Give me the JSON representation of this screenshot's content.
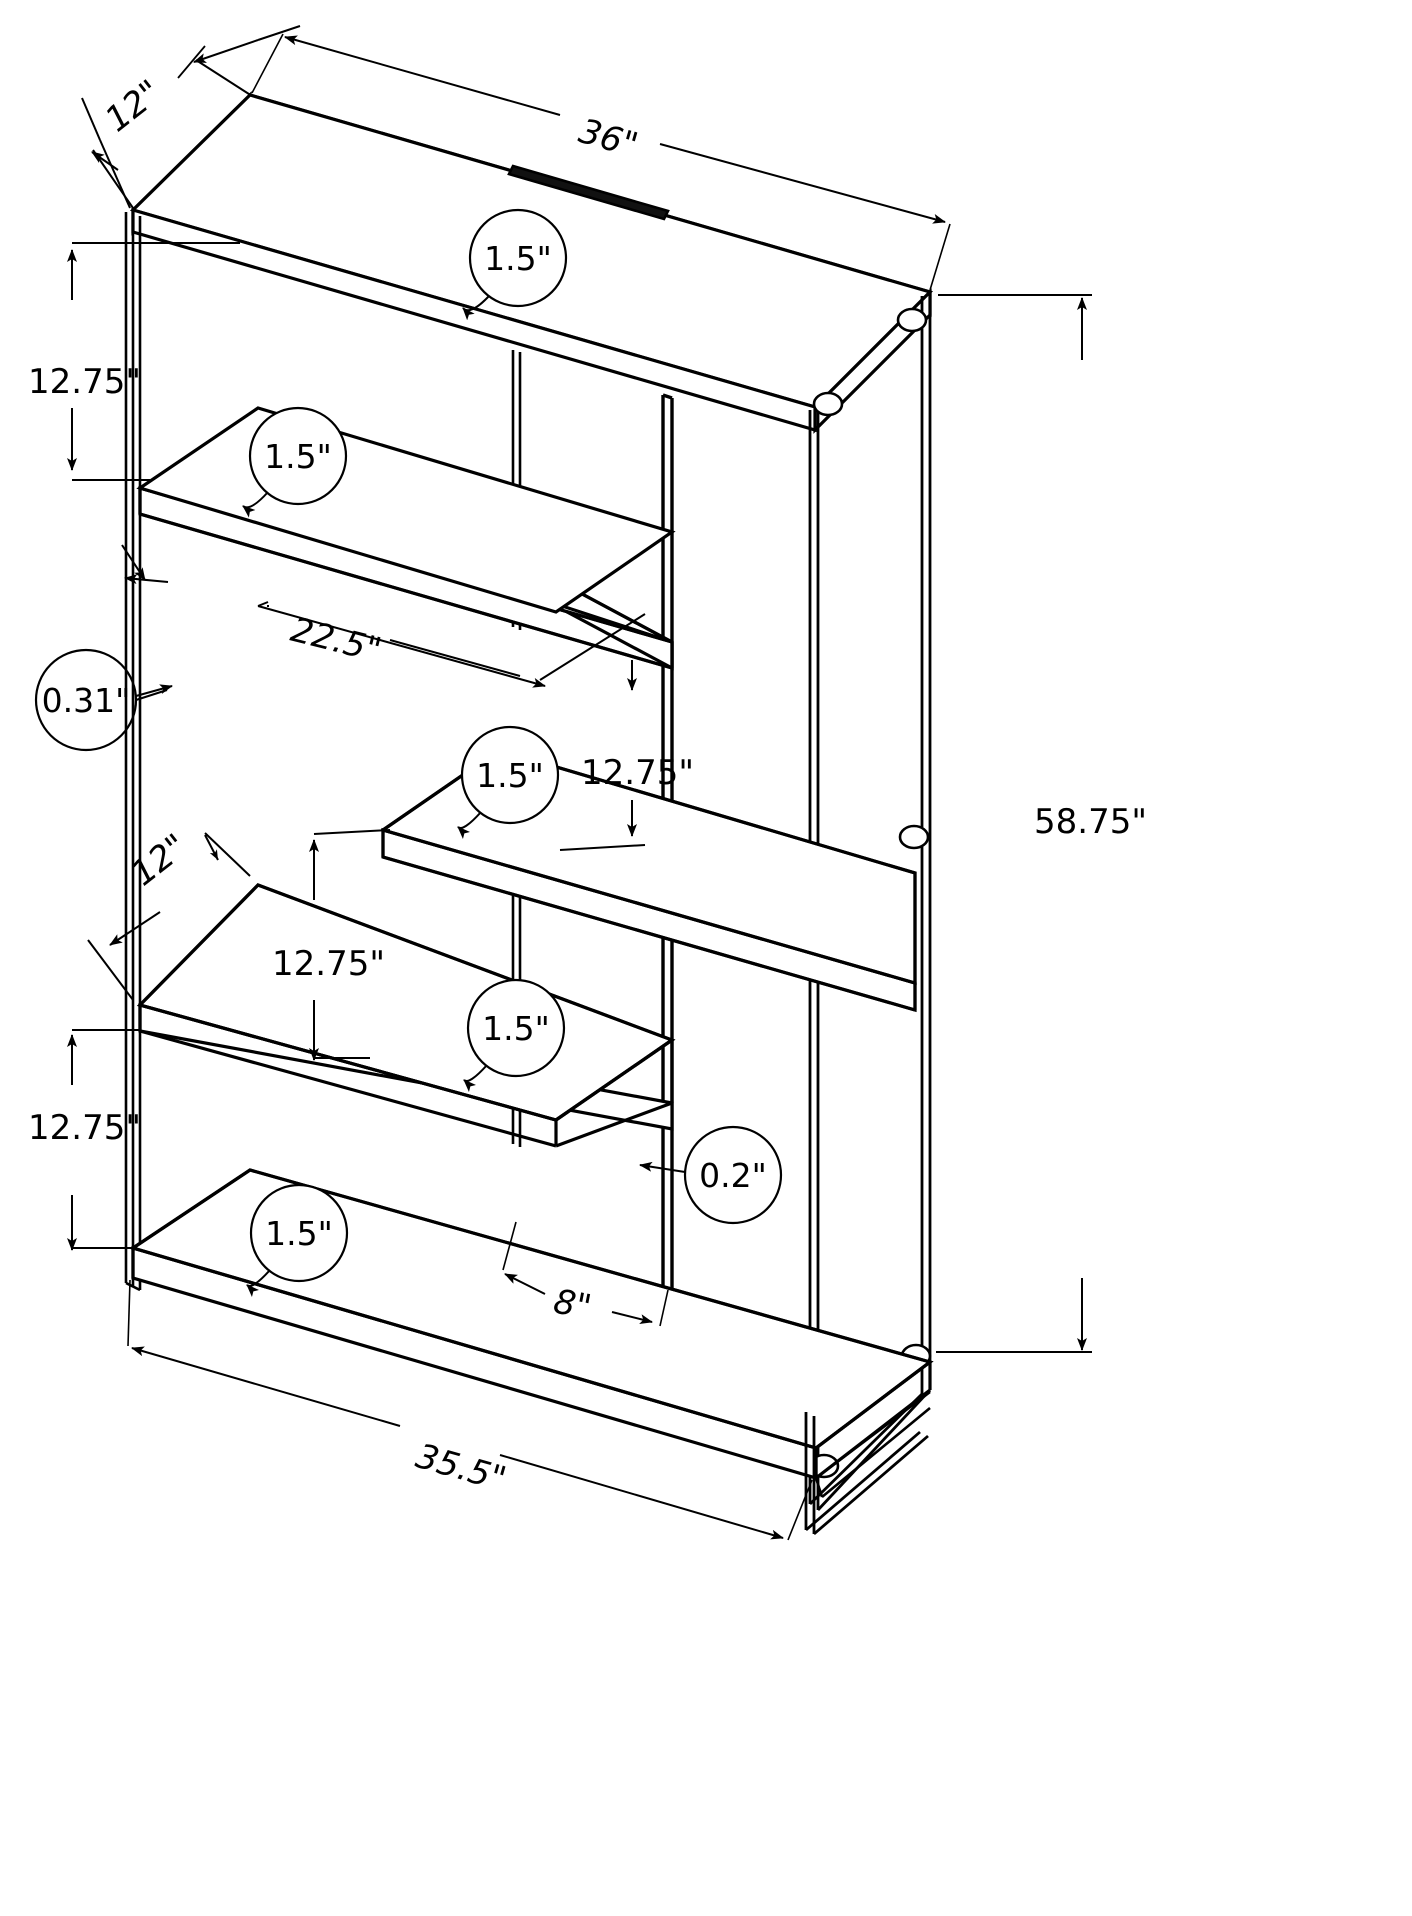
{
  "drawing": {
    "title": "Bookcase isometric dimension drawing",
    "subject": "5-tier staggered shelf bookcase with tempered glass side panels",
    "units": "inches",
    "line_color": "#000000",
    "background_color": "#ffffff",
    "projection": "isometric"
  },
  "dimensions": {
    "depth_top": "12\"",
    "width_top": "36\"",
    "shelf_gap_1": "12.75\"",
    "panel_thickness": "0.31\"",
    "shelf_span": "22.5\"",
    "shelf_gap_2": "12.75\"",
    "shelf_gap_3": "12.75\"",
    "depth_bottom": "12\"",
    "shelf_gap_4": "12.75\"",
    "overall_height": "58.75\"",
    "shelf_offset": "8\"",
    "width_bottom": "35.5\"",
    "back_panel_thickness": "0.2\""
  },
  "callouts": [
    {
      "id": "thickness-top-shelf",
      "value": "1.5\""
    },
    {
      "id": "thickness-shelf-2",
      "value": "1.5\""
    },
    {
      "id": "thickness-shelf-3",
      "value": "1.5\""
    },
    {
      "id": "thickness-shelf-4",
      "value": "1.5\""
    },
    {
      "id": "thickness-bottom-shelf",
      "value": "1.5\""
    },
    {
      "id": "glass-panel-thickness",
      "value": "0.31\""
    },
    {
      "id": "divider-thickness",
      "value": "0.2\""
    }
  ],
  "labels": {
    "depth_top": "12\"",
    "width_top": "36\"",
    "gap_top": "12.75\"",
    "thickness_top_shelf": "1.5\"",
    "thickness_shelf_2": "1.5\"",
    "glass_thickness": "0.31\"",
    "shelf_span": "22.5\"",
    "thickness_shelf_3": "1.5\"",
    "gap_mid_right": "12.75\"",
    "depth_bottom": "12\"",
    "gap_mid_left": "12.75\"",
    "thickness_shelf_4": "1.5\"",
    "divider_thickness": "0.2\"",
    "gap_bottom": "12.75\"",
    "thickness_bottom_shelf": "1.5\"",
    "offset_8": "8\"",
    "width_bottom": "35.5\"",
    "overall_height": "58.75\""
  }
}
